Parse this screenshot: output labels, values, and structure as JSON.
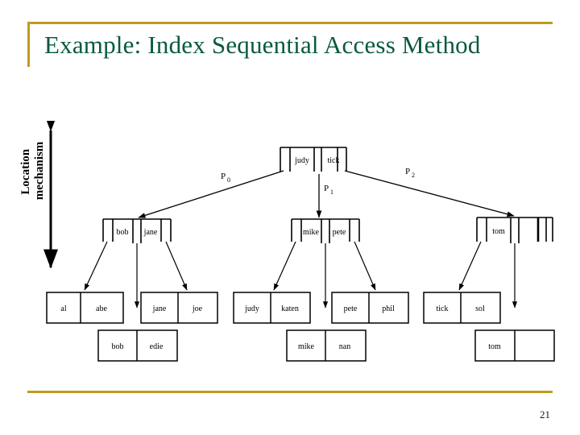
{
  "slide": {
    "title": "Example: Index Sequential Access Method",
    "number": "21",
    "accent_color": "#bf9b1e",
    "title_color": "#0a5a3c",
    "background": "#ffffff"
  },
  "axis": {
    "label_line1": "Location",
    "label_line2": "mechanism",
    "arrow_style": "double-headed-vertical"
  },
  "diagram": {
    "type": "b-plus-tree",
    "pointer_labels": [
      "P",
      "P",
      "P"
    ],
    "pointer_subscripts": [
      "0",
      "1",
      "2"
    ],
    "root": {
      "name": "root-node",
      "cells": [
        "",
        "judy",
        "",
        "tick",
        ""
      ],
      "keys": [
        "judy",
        "tick"
      ]
    },
    "internal": [
      {
        "name": "internal-node-left",
        "keys": [
          "bob",
          "jane"
        ],
        "cells": [
          "",
          "bob",
          "",
          "jane",
          ""
        ]
      },
      {
        "name": "internal-node-middle",
        "keys": [
          "mike",
          "pete"
        ],
        "cells": [
          "",
          "mike",
          "",
          "pete",
          ""
        ]
      },
      {
        "name": "internal-node-right",
        "keys": [
          "tom",
          ""
        ],
        "cells": [
          "",
          "tom",
          "",
          "",
          ""
        ]
      }
    ],
    "leaves_upper": [
      {
        "name": "leaf-al-abe",
        "cells": [
          "al",
          "abe"
        ]
      },
      {
        "name": "leaf-jane-joe",
        "cells": [
          "jane",
          "joe"
        ]
      },
      {
        "name": "leaf-judy-katen",
        "cells": [
          "judy",
          "katen"
        ]
      },
      {
        "name": "leaf-pete-phil",
        "cells": [
          "pete",
          "phil"
        ]
      },
      {
        "name": "leaf-tick-sol",
        "cells": [
          "tick",
          "sol"
        ]
      }
    ],
    "leaves_lower": [
      {
        "name": "leaf-bob-edie",
        "cells": [
          "bob",
          "edie"
        ]
      },
      {
        "name": "leaf-mike-nan",
        "cells": [
          "mike",
          "nan"
        ]
      },
      {
        "name": "leaf-tom-empty",
        "cells": [
          "tom",
          ""
        ]
      }
    ]
  }
}
